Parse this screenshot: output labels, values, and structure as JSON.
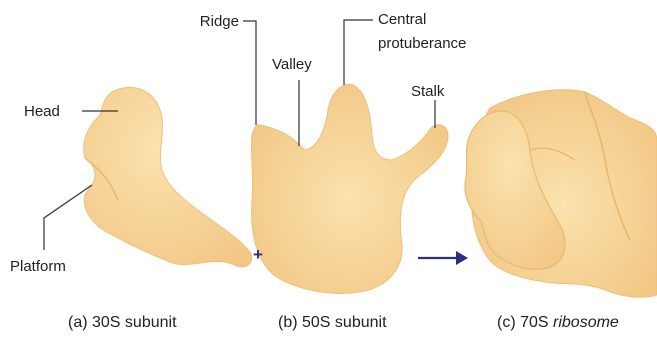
{
  "labels": {
    "head": "Head",
    "platform": "Platform",
    "ridge": "Ridge",
    "valley": "Valley",
    "central": [
      "Central",
      "protuberance"
    ],
    "stalk": "Stalk"
  },
  "operators": {
    "plus": "+"
  },
  "captions": {
    "a": "(a) 30S subunit",
    "b": "(b) 50S subunit",
    "c_prefix": "(c) 70S ",
    "c_italic": "ribosome"
  },
  "colors": {
    "subunit_fill": "#F7D596",
    "subunit_edge": "#EFC27A",
    "arrow": "#2A2F7E",
    "plus": "#2A2F7E",
    "text": "#222222"
  }
}
